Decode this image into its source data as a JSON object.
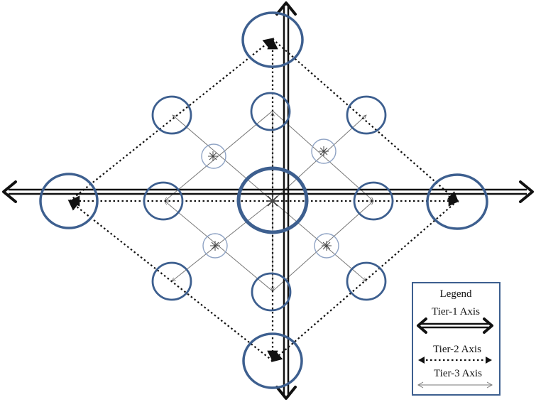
{
  "legend": {
    "title": "Legend",
    "items": [
      {
        "label": "Tier-1 Axis",
        "style": "double-thick"
      },
      {
        "label": "Tier-2 Axis",
        "style": "dotted"
      },
      {
        "label": "Tier-3 Axis",
        "style": "thin"
      }
    ]
  },
  "colors": {
    "circle": "#3d5f8f",
    "circle_inner": "#8fa3c4",
    "axis": "#111111",
    "tier3_line": "#777777"
  }
}
